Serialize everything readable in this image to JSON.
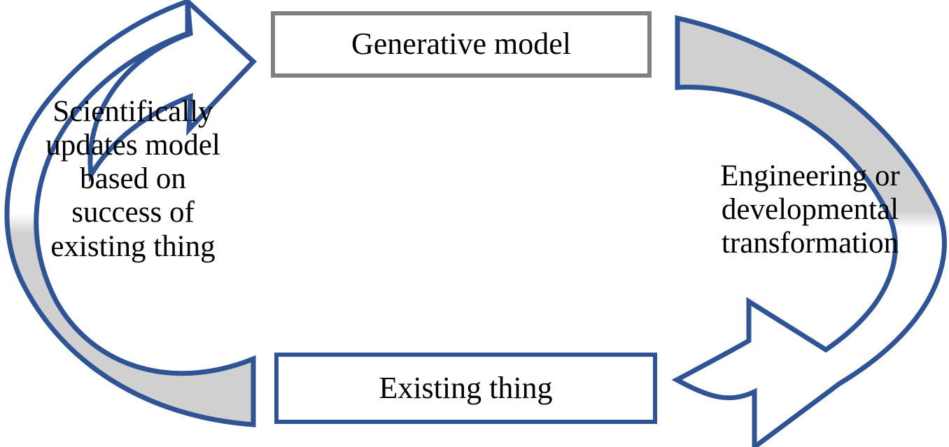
{
  "diagram": {
    "title": "Generative model and existing thing cycle",
    "type": "cycle-diagram",
    "background_color": "#ffffff",
    "colors": {
      "arrow_stroke": "#2e5496",
      "arrow_fill_gray": "#d0d0d0",
      "arrow_fill_white": "#ffffff",
      "top_box_border": "#808080",
      "bottom_box_border": "#2e5496",
      "text": "#000000"
    },
    "nodes": [
      {
        "id": "generative-model",
        "label": "Generative model",
        "border_color": "#808080"
      },
      {
        "id": "existing-thing",
        "label": "Existing thing",
        "border_color": "#2e5496"
      }
    ],
    "edges": [
      {
        "id": "right-arrow",
        "label": "Engineering or\ndevelopmental\ntransformation",
        "from": "generative-model",
        "to": "existing-thing",
        "direction": "clockwise-down-right",
        "arrowhead": "left-pointing",
        "fill": "partial-gray"
      },
      {
        "id": "left-arrow",
        "label": "Scientifically\nupdates model\nbased on\nsuccess of\nexisting thing",
        "from": "existing-thing",
        "to": "generative-model",
        "direction": "counterclockwise-up-left",
        "arrowhead": "up-right-pointing",
        "fill": "partial-gray"
      }
    ]
  }
}
